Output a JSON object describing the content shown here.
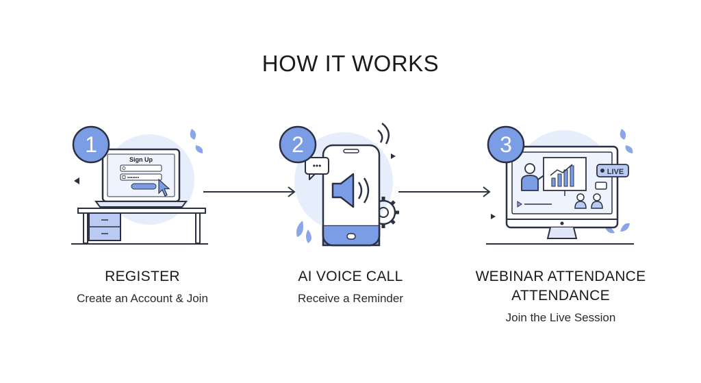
{
  "page": {
    "title": "HOW IT WORKS"
  },
  "steps": [
    {
      "number": "1",
      "title": "REGISTER",
      "subtitle": "Create an Account & Join",
      "illustration": {
        "icon": "laptop-signup-icon",
        "screen_title": "Sign Up",
        "password_mask": "•••••••"
      }
    },
    {
      "number": "2",
      "title": "AI VOICE CALL",
      "subtitle": "Receive a Reminder",
      "illustration": {
        "icon": "smartphone-voice-call-icon",
        "chat_dots": "•••"
      }
    },
    {
      "number": "3",
      "title_line1": "WEBINAR ATTENDANCE",
      "title_line2": "ATTENDANCE",
      "subtitle": "Join the Live Session",
      "illustration": {
        "icon": "monitor-webinar-icon",
        "live_badge": "LIVE"
      }
    }
  ],
  "colors": {
    "accent": "#7b9de6",
    "accent_light": "#dfe8fb",
    "stroke": "#2c3142",
    "leaf": "#8aa6e8"
  }
}
